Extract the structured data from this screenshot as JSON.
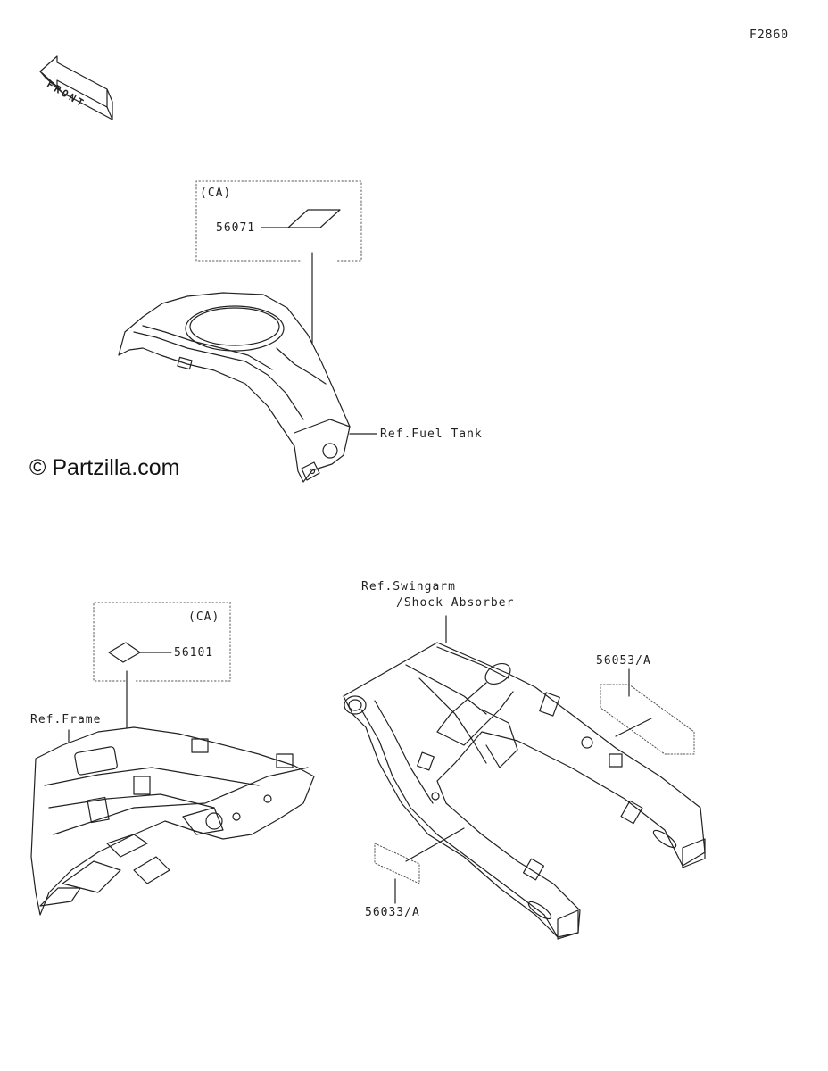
{
  "diagram_code": "F2860",
  "front_label": "FRONT",
  "watermark": "© Partzilla.com",
  "groups": {
    "fuel_tank": {
      "box_tag": "(CA)",
      "part_number": "56071",
      "ref_label": "Ref.Fuel Tank"
    },
    "frame": {
      "box_tag": "(CA)",
      "part_number": "56101",
      "ref_label": "Ref.Frame"
    },
    "swingarm": {
      "ref_label_line1": "Ref.Swingarm",
      "ref_label_line2": "/Shock Absorber",
      "part_upper": "56053/A",
      "part_lower": "56033/A"
    }
  },
  "colors": {
    "line": "#222222",
    "dashed_box": "#555555",
    "background": "#ffffff"
  }
}
